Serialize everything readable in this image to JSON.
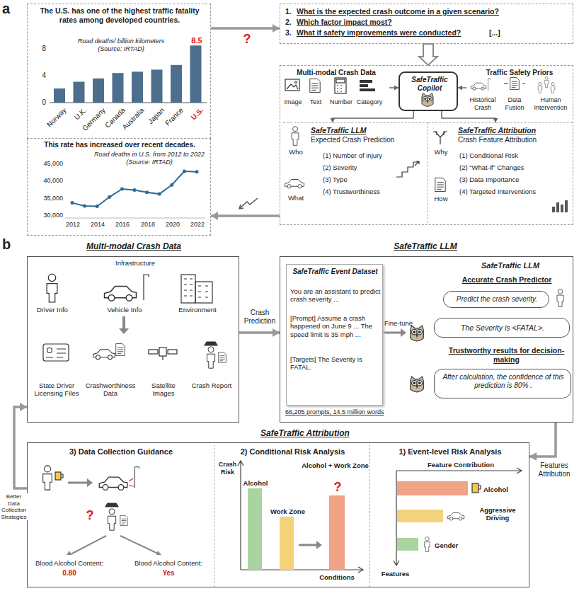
{
  "diagram": {
    "nodes": [
      {
        "text": [
          "The U.S. has one of the highest traffic fatality rates among developed countries.",
          "Road deaths/ billion kilometers (Source: IRTAD)",
          "8",
          "4",
          "0",
          "Norway",
          "U.K.",
          "Germany",
          "Canada",
          "Australia",
          "Japan",
          "France",
          "U.S.",
          "8.5"
        ]
      },
      {
        "text": [
          "This rate has increased over recent decades.",
          "Road deaths in U.S. from 2012 to 2022 (Source: IRTAD)",
          "45,000",
          "40,000",
          "35,000",
          "30,000",
          "2012",
          "2014",
          "2016",
          "2018",
          "2020",
          "2022"
        ]
      },
      {
        "text": [
          "1.",
          "What is the expected crash outcome in a given scenario?",
          "2.",
          "Which factor impact most?",
          "3.",
          "What if safety improvements were conducted?",
          "[...]"
        ]
      },
      {
        "text": []
      },
      {
        "text": [
          "Multi-modal Crash Data",
          "Image",
          "Text",
          "Number",
          "Category"
        ],
        "in": 3
      },
      {
        "text": [
          "SafeTraffic Copilot"
        ],
        "in": 3
      },
      {
        "text": [
          "Traffic Safety Priors",
          "Historical Crash",
          "Data Fusion",
          "Human Intervention"
        ],
        "in": 3
      },
      {
        "text": [
          "SafeTraffic LLM",
          "Expected Crash Prediction",
          "Who",
          "What",
          "(1) Number of injury",
          "(2) Severity",
          "(3) Type",
          "(4) Trustworthiness"
        ],
        "in": 3
      },
      {
        "text": [
          "SafeTraffic Attribution",
          "Crash Feature Attribution",
          "Why",
          "How",
          "(1) Conditional Risk",
          "(2) “What-if” Changes",
          "(3) Data Importance",
          "(4) Targeted Interventions"
        ],
        "in": 3
      },
      {
        "text": [
          "Multi-modal Crash Data",
          "Infrastructure",
          "Driver Info",
          "Vehicle Info",
          "Environment",
          "State Driver Licensing Files",
          "Crashworthiness Data",
          "Satellite Images",
          "Crash Report"
        ]
      },
      {
        "text": [
          "SafeTraffic LLM",
          "SafeTraffic LLM",
          "Accurate Crash Predictor",
          "Trustworthy results for decision-making"
        ]
      },
      {
        "text": [
          "SafeTraffic Event Dataset",
          "You are an assistant to predict crash severity ...",
          "[Prompt] Assume a crash happened on June 9 ... The speed limit is 35 mph ...",
          "[Targets] The Severity is FATAL."
        ],
        "in": 10
      },
      {
        "text": [
          "Predict the crash severity."
        ],
        "in": 10
      },
      {
        "text": [
          "The Severity is <FATAL>."
        ],
        "in": 10
      },
      {
        "text": [
          "After calculation, the confidence of this prediction is 80% ."
        ],
        "in": 10
      },
      {
        "text": [
          "SafeTraffic Attribution"
        ]
      },
      {
        "text": [
          "3) Data Collection Guidance",
          "Blood Alcohol Content:",
          "0.80",
          "Blood Alcohol Content:",
          "Yes",
          "?"
        ],
        "in": 15
      },
      {
        "text": [
          "2) Conditional Risk Analysis",
          "Crash Risk",
          "Alcohol",
          "Work Zone",
          "Alcohol + Work Zone",
          "?",
          "Conditions"
        ],
        "in": 15
      },
      {
        "text": [
          "1) Event-level Risk Analysis",
          "Feature Contribution",
          "Alcohol",
          "Aggressive Driving",
          "Gender",
          "Features"
        ],
        "in": 15
      }
    ],
    "edges": [
      {
        "from": 0,
        "to": 2,
        "arrow": "to",
        "label": "?"
      },
      {
        "from": 2,
        "to": 3,
        "arrow": "to"
      },
      {
        "from": 3,
        "to": 1,
        "arrow": "to"
      },
      {
        "from": 4,
        "to": 5,
        "arrow": "to"
      },
      {
        "from": 6,
        "to": 5,
        "arrow": "to"
      },
      {
        "from": 5,
        "to": 7,
        "arrow": "to"
      },
      {
        "from": 5,
        "to": 8,
        "arrow": "to"
      },
      {
        "from": 9,
        "to": 10,
        "arrow": "to",
        "label": "Crash Prediction"
      },
      {
        "from": 10,
        "to": 15,
        "arrow": "to",
        "label": "Features Attribution"
      },
      {
        "from": 15,
        "to": 9,
        "arrow": "to",
        "label": "Better Data Collection Strategies"
      }
    ],
    "labels": [
      "a",
      "b",
      "66,205 prompts, 14.5 million words",
      "Fine-tune"
    ]
  }
}
